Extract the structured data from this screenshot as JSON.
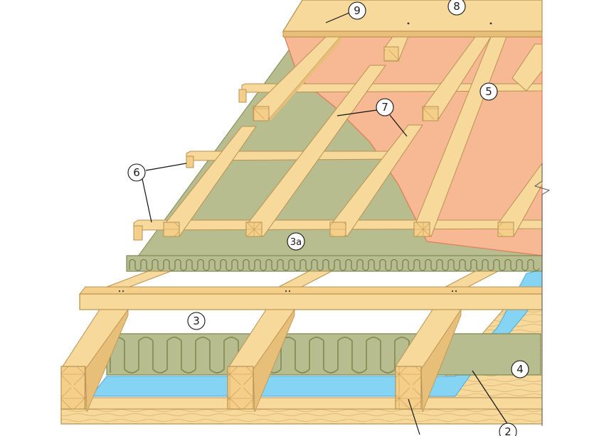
{
  "diagram": {
    "callouts": [
      {
        "id": "c2",
        "label": "2"
      },
      {
        "id": "c3",
        "label": "3"
      },
      {
        "id": "c3a",
        "label": "3a"
      },
      {
        "id": "c4",
        "label": "4"
      },
      {
        "id": "c5",
        "label": "5"
      },
      {
        "id": "c6",
        "label": "6"
      },
      {
        "id": "c7",
        "label": "7"
      },
      {
        "id": "c8",
        "label": "8"
      },
      {
        "id": "c9",
        "label": "9"
      }
    ],
    "colors": {
      "wood": "#f8d99c",
      "wood_stroke": "#b89150",
      "membrane": "#f7b894",
      "membrane_stroke": "#e07a55",
      "insulation": "#b7bd8e",
      "insulation_dark": "#7f8a55",
      "vapor_barrier": "#86d4f4",
      "background": "#ffffff"
    }
  }
}
